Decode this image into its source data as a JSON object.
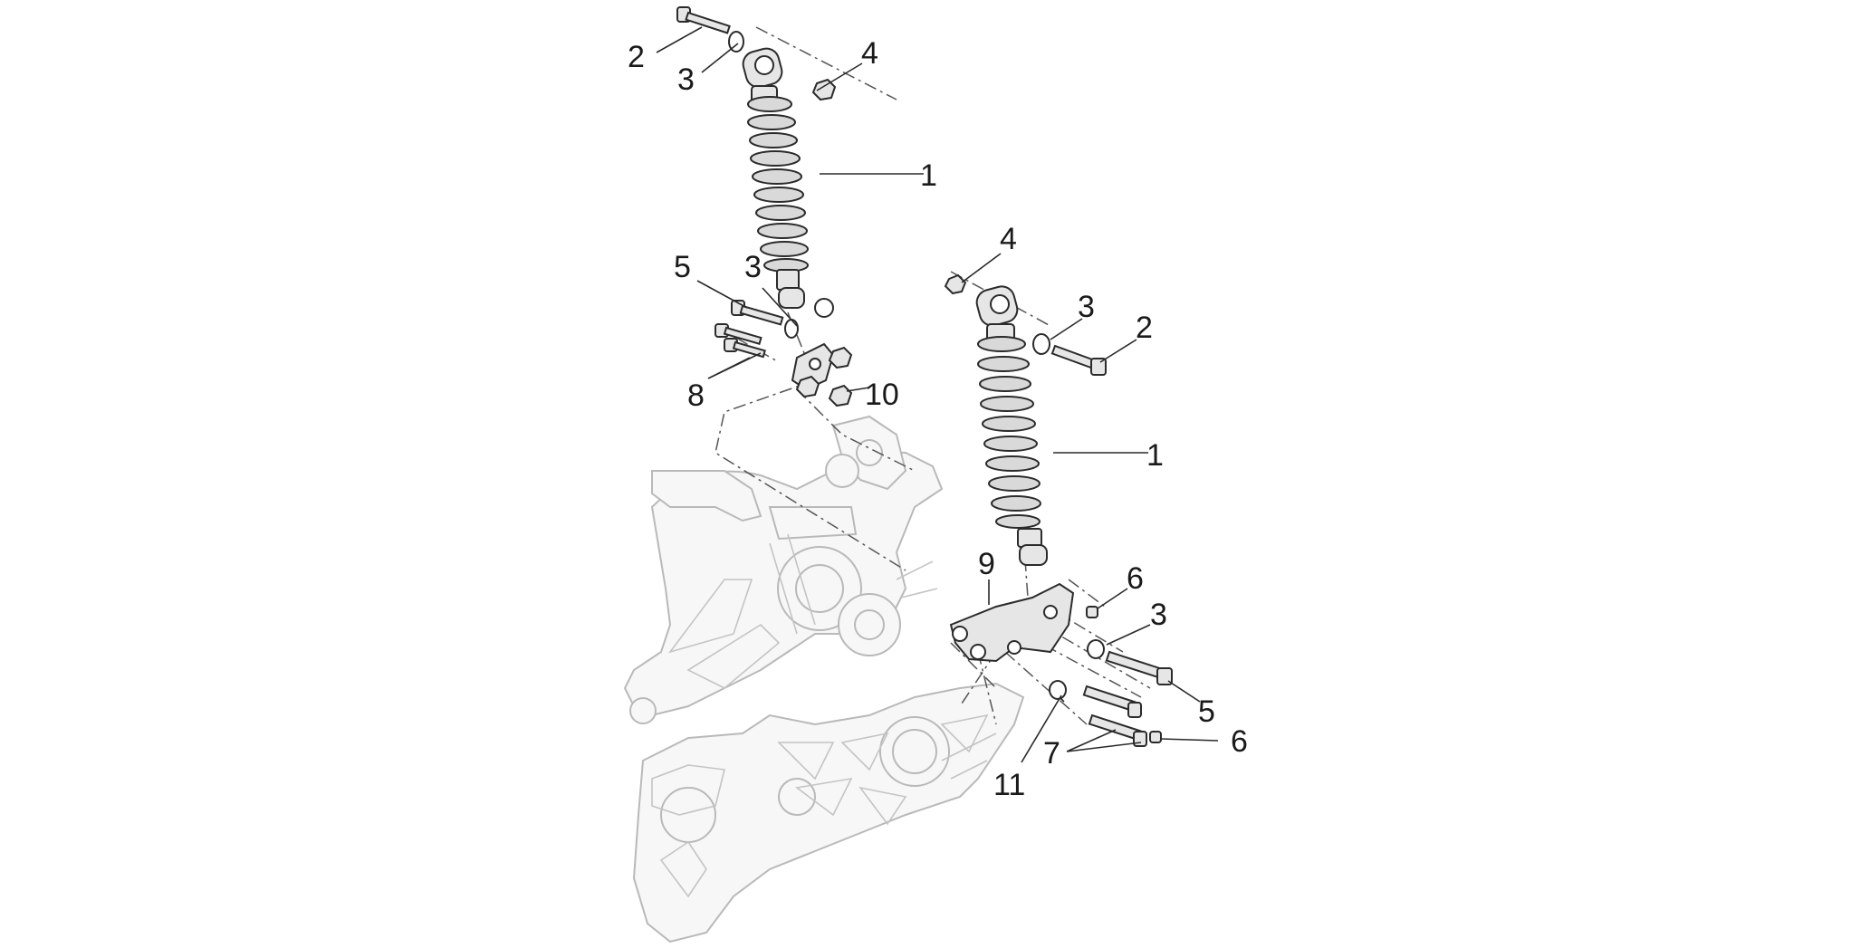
{
  "colors": {
    "line": "#2b2b2b",
    "ghost": "#b9b9b9",
    "fill": "#e6e6e6"
  },
  "callouts": {
    "c1a": "1",
    "c2a": "2",
    "c3a": "3",
    "c4a": "4",
    "c3b": "3",
    "c5a": "5",
    "c8": "8",
    "c10": "10",
    "c4b": "4",
    "c3c": "3",
    "c2b": "2",
    "c1b": "1",
    "c9": "9",
    "c6a": "6",
    "c3d": "3",
    "c5b": "5",
    "c7": "7",
    "c6b": "6",
    "c11": "11"
  }
}
